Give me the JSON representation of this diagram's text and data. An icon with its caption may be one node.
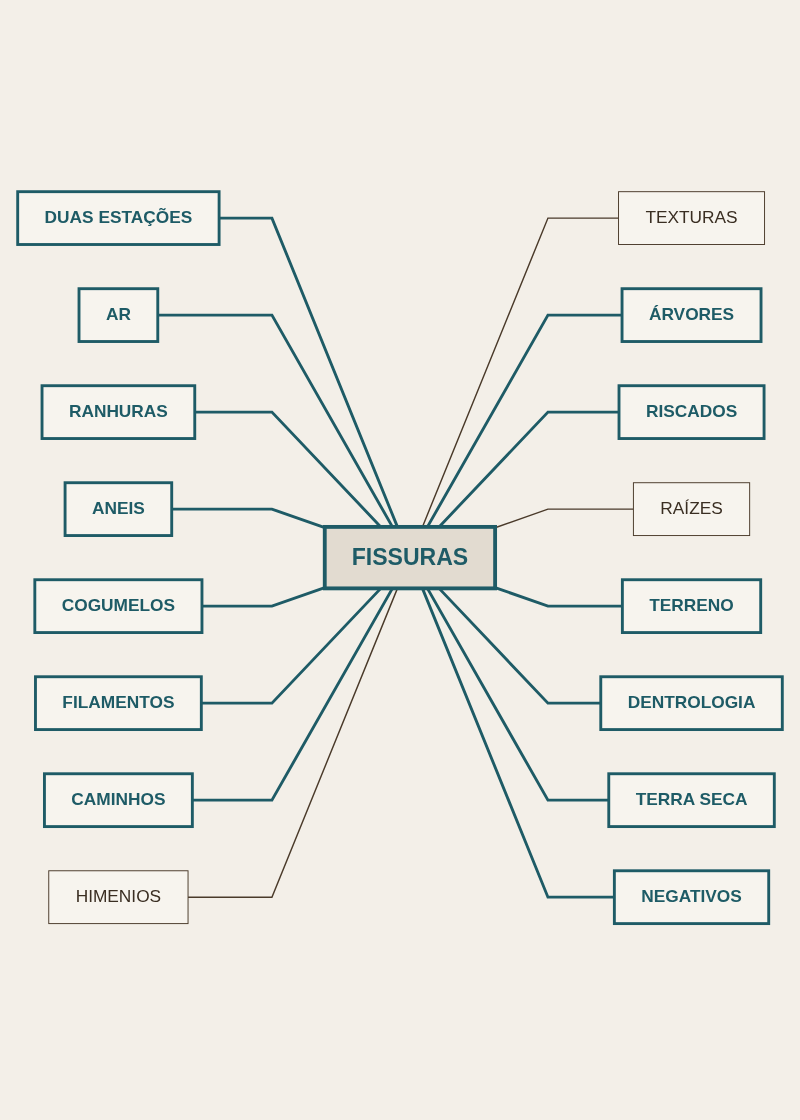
{
  "diagram": {
    "nodes": [
      {
        "text": [
          "FISSURAS"
        ]
      },
      {
        "text": [
          "DUAS ESTAÇÕES"
        ]
      },
      {
        "text": [
          "AR"
        ]
      },
      {
        "text": [
          "TEXTURAS"
        ]
      },
      {
        "text": [
          "RANHURAS"
        ]
      },
      {
        "text": [
          "ÁRVORES"
        ]
      },
      {
        "text": [
          "ANEIS"
        ]
      },
      {
        "text": [
          "RISCADOS"
        ]
      },
      {
        "text": [
          "COGUMELOS"
        ]
      },
      {
        "text": [
          "RAÍZES"
        ]
      },
      {
        "text": [
          "TERRENO"
        ]
      },
      {
        "text": [
          "FILAMENTOS"
        ]
      },
      {
        "text": [
          "CAMINHOS"
        ]
      },
      {
        "text": [
          "HIMENIOS"
        ]
      },
      {
        "text": [
          "DENTROLOGIA"
        ]
      },
      {
        "text": [
          "TERRA SECA"
        ]
      },
      {
        "text": [
          "NEGATIVOS"
        ]
      }
    ],
    "edges": [
      {
        "from": 1,
        "to": 0,
        "arrow": "none"
      },
      {
        "from": 2,
        "to": 0,
        "arrow": "none"
      },
      {
        "from": 0,
        "to": 3,
        "arrow": "none",
        "color": "#4a3a2a"
      },
      {
        "from": 4,
        "to": 0,
        "arrow": "none"
      },
      {
        "from": 0,
        "to": 5,
        "arrow": "none"
      },
      {
        "from": 6,
        "to": 0,
        "arrow": "none"
      },
      {
        "from": 0,
        "to": 7,
        "arrow": "none"
      },
      {
        "from": 8,
        "to": 0,
        "arrow": "none"
      },
      {
        "from": 0,
        "to": 9,
        "arrow": "none",
        "color": "#4a3a2a"
      },
      {
        "from": 0,
        "to": 10,
        "arrow": "none"
      },
      {
        "from": 11,
        "to": 0,
        "arrow": "none"
      },
      {
        "from": 12,
        "to": 0,
        "arrow": "none"
      },
      {
        "from": 13,
        "to": 0,
        "arrow": "none",
        "color": "#4a3a2a"
      },
      {
        "from": 0,
        "to": 14,
        "arrow": "none"
      },
      {
        "from": 0,
        "to": 15,
        "arrow": "none"
      },
      {
        "from": 0,
        "to": 16,
        "arrow": "none"
      }
    ]
  }
}
